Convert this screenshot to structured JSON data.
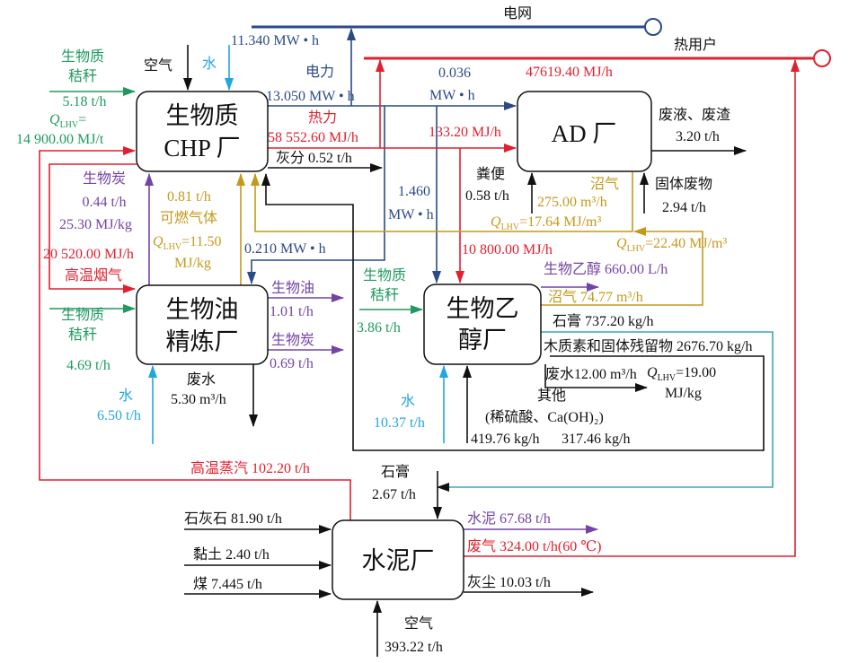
{
  "colors": {
    "electric": "#2b4a86",
    "heat": "#e0202e",
    "biomass": "#1f9a5e",
    "biochar": "#7443a6",
    "gas": "#c49a1c",
    "water": "#23a6de",
    "material": "#111111"
  },
  "nodes": {
    "chp": {
      "line1": "生物质",
      "line2": "CHP 厂"
    },
    "ad": {
      "line1": "AD 厂"
    },
    "biooil": {
      "line1": "生物油",
      "line2": "精炼厂"
    },
    "ethanol": {
      "line1": "生物乙",
      "line2": "醇厂"
    },
    "cement": {
      "line1": "水泥厂"
    },
    "grid": {
      "label": "电网"
    },
    "heat_user": {
      "label": "热用户"
    }
  },
  "chp_flows": {
    "biomass_l1": "生物质",
    "biomass_l2": "秸秆",
    "biomass_rate": "5.18 t/h",
    "biomass_q": "Q",
    "biomass_q_sub": "LHV",
    "biomass_q_eq": "=",
    "biomass_q_val": "14 900.00 MJ/t",
    "air": "空气",
    "water": "水",
    "grid_power": "11.340 MW • h",
    "power_label": "电力",
    "power_total": "13.050 MW • h",
    "heat_label": "热力",
    "heat_total": "58 552.60 MJ/h",
    "ash": "灰分 0.52 t/h",
    "heat_user": "47619.40 MJ/h",
    "ad_power_l1": "0.036",
    "ad_power_l2": "MW • h",
    "ad_heat": "133.20 MJ/h",
    "eth_power_l1": "1.460",
    "eth_power_l2": "MW • h",
    "eth_heat": "10 800.00 MJ/h",
    "oil_power": "0.210 MW • h",
    "biochar_label": "生物炭",
    "biochar_rate": "0.44 t/h",
    "biochar_q": "25.30 MJ/kg",
    "gas_rate": "0.81 t/h",
    "gas_label": "可燃气体",
    "gas_q": "Q",
    "gas_q_sub": "LHV",
    "gas_q_val": "=11.50",
    "gas_q_unit": "MJ/kg",
    "flue_heat": "20 520.00 MJ/h",
    "flue_label": "高温烟气"
  },
  "ad_flows": {
    "waste_label": "废液、废渣",
    "waste_rate": "3.20 t/h",
    "manure_label": "粪便",
    "manure_rate": "0.58 t/h",
    "biogas_label": "沼气",
    "biogas_rate": "275.00 m³/h",
    "biogas_q": "Q",
    "biogas_q_sub": "LHV",
    "biogas_q_val": "=17.64 MJ/m³",
    "solid_label": "固体废物",
    "solid_rate": "2.94 t/h"
  },
  "biooil_flows": {
    "biomass_l1": "生物质",
    "biomass_l2": "秸秆",
    "biomass_rate": "4.69 t/h",
    "water_label": "水",
    "water_rate": "6.50 t/h",
    "wastewater_label": "废水",
    "wastewater_rate": "5.30 m³/h",
    "oil_label": "生物油",
    "oil_rate": "1.01 t/h",
    "char_label": "生物炭",
    "char_rate": "0.69 t/h"
  },
  "ethanol_flows": {
    "biomass_l1": "生物质",
    "biomass_l2": "秸秆",
    "biomass_rate": "3.86 t/h",
    "water_label": "水",
    "water_rate": "10.37 t/h",
    "ethanol": "生物乙醇 660.00 L/h",
    "biogas_q": "Q",
    "biogas_q_sub": "LHV",
    "biogas_q_val": "=22.40 MJ/m³",
    "biogas": "沼气 74.77 m³/h",
    "gypsum": "石膏 737.20 kg/h",
    "lignin": "木质素和固体残留物 2676.70 kg/h",
    "lignin_q": "Q",
    "lignin_q_sub": "LHV",
    "lignin_q_val": "=19.00",
    "lignin_q_unit": "MJ/kg",
    "wastewater": "废水12.00 m³/h",
    "other_label": "其他",
    "other_detail": "(稀硫酸、Ca(OH)₂)",
    "acid_rate": "419.76 kg/h",
    "lime_rate": "317.46 kg/h"
  },
  "cement_flows": {
    "steam": "高温蒸汽 102.20 t/h",
    "gypsum_label": "石膏",
    "gypsum_rate": "2.67 t/h",
    "limestone": "石灰石 81.90 t/h",
    "clay": "黏土 2.40 t/h",
    "coal": "煤 7.445 t/h",
    "air_label": "空气",
    "air_rate": "393.22 t/h",
    "cement": "水泥 67.68 t/h",
    "exhaust": "废气 324.00 t/h(60 ℃)",
    "dust": "灰尘 10.03 t/h"
  }
}
